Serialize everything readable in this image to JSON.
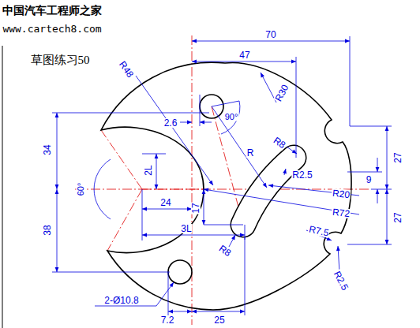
{
  "diagram": {
    "title": "草图练习50",
    "labels": [
      "中国汽车工程师之家",
      "www.cartech8.com",
      "70",
      "47",
      "R48",
      "R30",
      "2.6",
      "90°",
      "R8",
      "34",
      "2L",
      "R",
      "R2.5",
      "9",
      "27",
      "60°",
      "24",
      "R20",
      "17",
      "R72",
      "27",
      "38",
      "3L",
      "R8",
      "R7.5",
      "R2.5",
      "2-Ø10.8",
      "7.2",
      "25"
    ]
  }
}
